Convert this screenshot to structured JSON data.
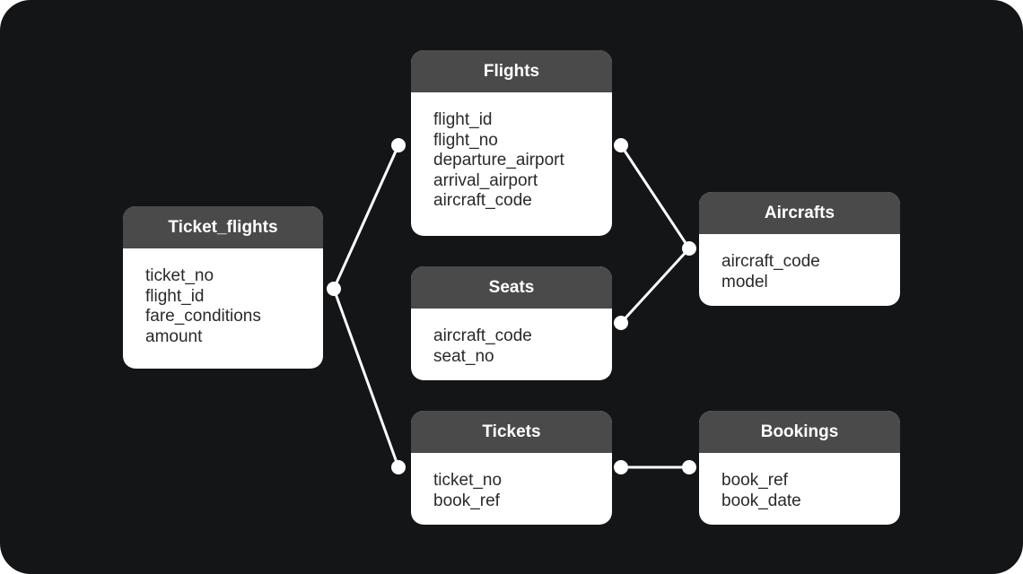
{
  "colors": {
    "background": "#141516",
    "card": "#ffffff",
    "header": "#4a4a4a",
    "connector": "#ffffff"
  },
  "tables": {
    "ticket_flights": {
      "title": "Ticket_flights",
      "fields": [
        "ticket_no",
        "flight_id",
        "fare_conditions",
        "amount"
      ]
    },
    "flights": {
      "title": "Flights",
      "fields": [
        "flight_id",
        "flight_no",
        "departure_airport",
        "arrival_airport",
        "aircraft_code"
      ]
    },
    "seats": {
      "title": "Seats",
      "fields": [
        "aircraft_code",
        "seat_no"
      ]
    },
    "tickets": {
      "title": "Tickets",
      "fields": [
        "ticket_no",
        "book_ref"
      ]
    },
    "aircrafts": {
      "title": "Aircrafts",
      "fields": [
        "aircraft_code",
        "model"
      ]
    },
    "bookings": {
      "title": "Bookings",
      "fields": [
        "book_ref",
        "book_date"
      ]
    }
  },
  "relationships": [
    {
      "from": "ticket_flights",
      "to": "flights"
    },
    {
      "from": "ticket_flights",
      "to": "tickets"
    },
    {
      "from": "flights",
      "to": "aircrafts"
    },
    {
      "from": "seats",
      "to": "aircrafts"
    },
    {
      "from": "tickets",
      "to": "bookings"
    }
  ]
}
